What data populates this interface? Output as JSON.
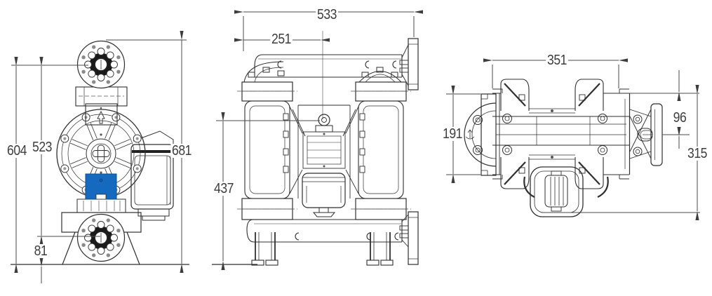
{
  "diagram": {
    "description": "Three-view dimensional engineering drawing of an air-operated double-diaphragm pump",
    "units": "mm",
    "colors": {
      "line": "#2f2f2f",
      "dimension": "#3d3d3d",
      "highlight_blue": "#1569be"
    },
    "icons": {
      "flow_direction_arrow": "up-arrow"
    },
    "views": {
      "left_side": {
        "dims": {
          "d604": "604",
          "d523": "523",
          "d681": "681",
          "d81": "81"
        }
      },
      "front": {
        "dims": {
          "d533": "533",
          "d251": "251",
          "d437": "437"
        }
      },
      "right_side": {
        "dims": {
          "d351": "351",
          "d191": "191",
          "d96": "96",
          "d315": "315"
        }
      }
    }
  }
}
